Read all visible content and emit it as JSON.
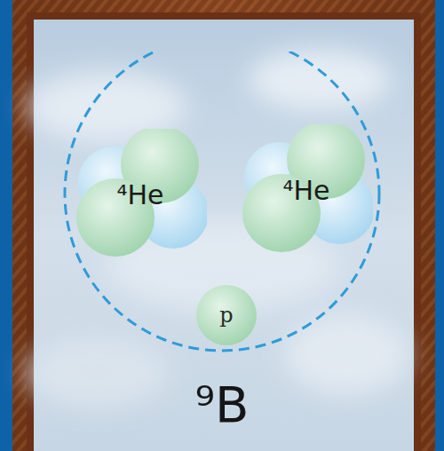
{
  "diagram": {
    "nodes": [
      {
        "text": [
          "⁹B"
        ]
      },
      {
        "text": [
          "⁴He"
        ],
        "in": 0
      },
      {
        "text": [
          "⁴He"
        ],
        "in": 0
      },
      {
        "text": [
          "p"
        ],
        "in": 0
      }
    ]
  }
}
